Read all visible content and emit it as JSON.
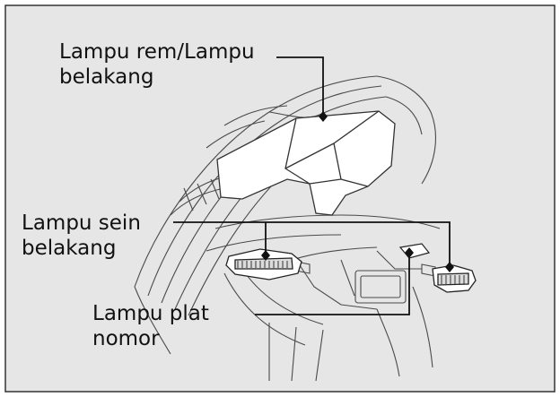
{
  "labels": {
    "brake_tail_light": [
      "Lampu rem/Lampu",
      "belakang"
    ],
    "rear_turn_signal": [
      "Lampu sein",
      "belakang"
    ],
    "license_plate_light": [
      "Lampu plat",
      "nomor"
    ]
  },
  "colors": {
    "panel_background": "#e6e6e6",
    "frame": "#333333",
    "line_art": "#4a4a4a",
    "light_fill": "#ffffff",
    "leader_line": "#111111"
  }
}
